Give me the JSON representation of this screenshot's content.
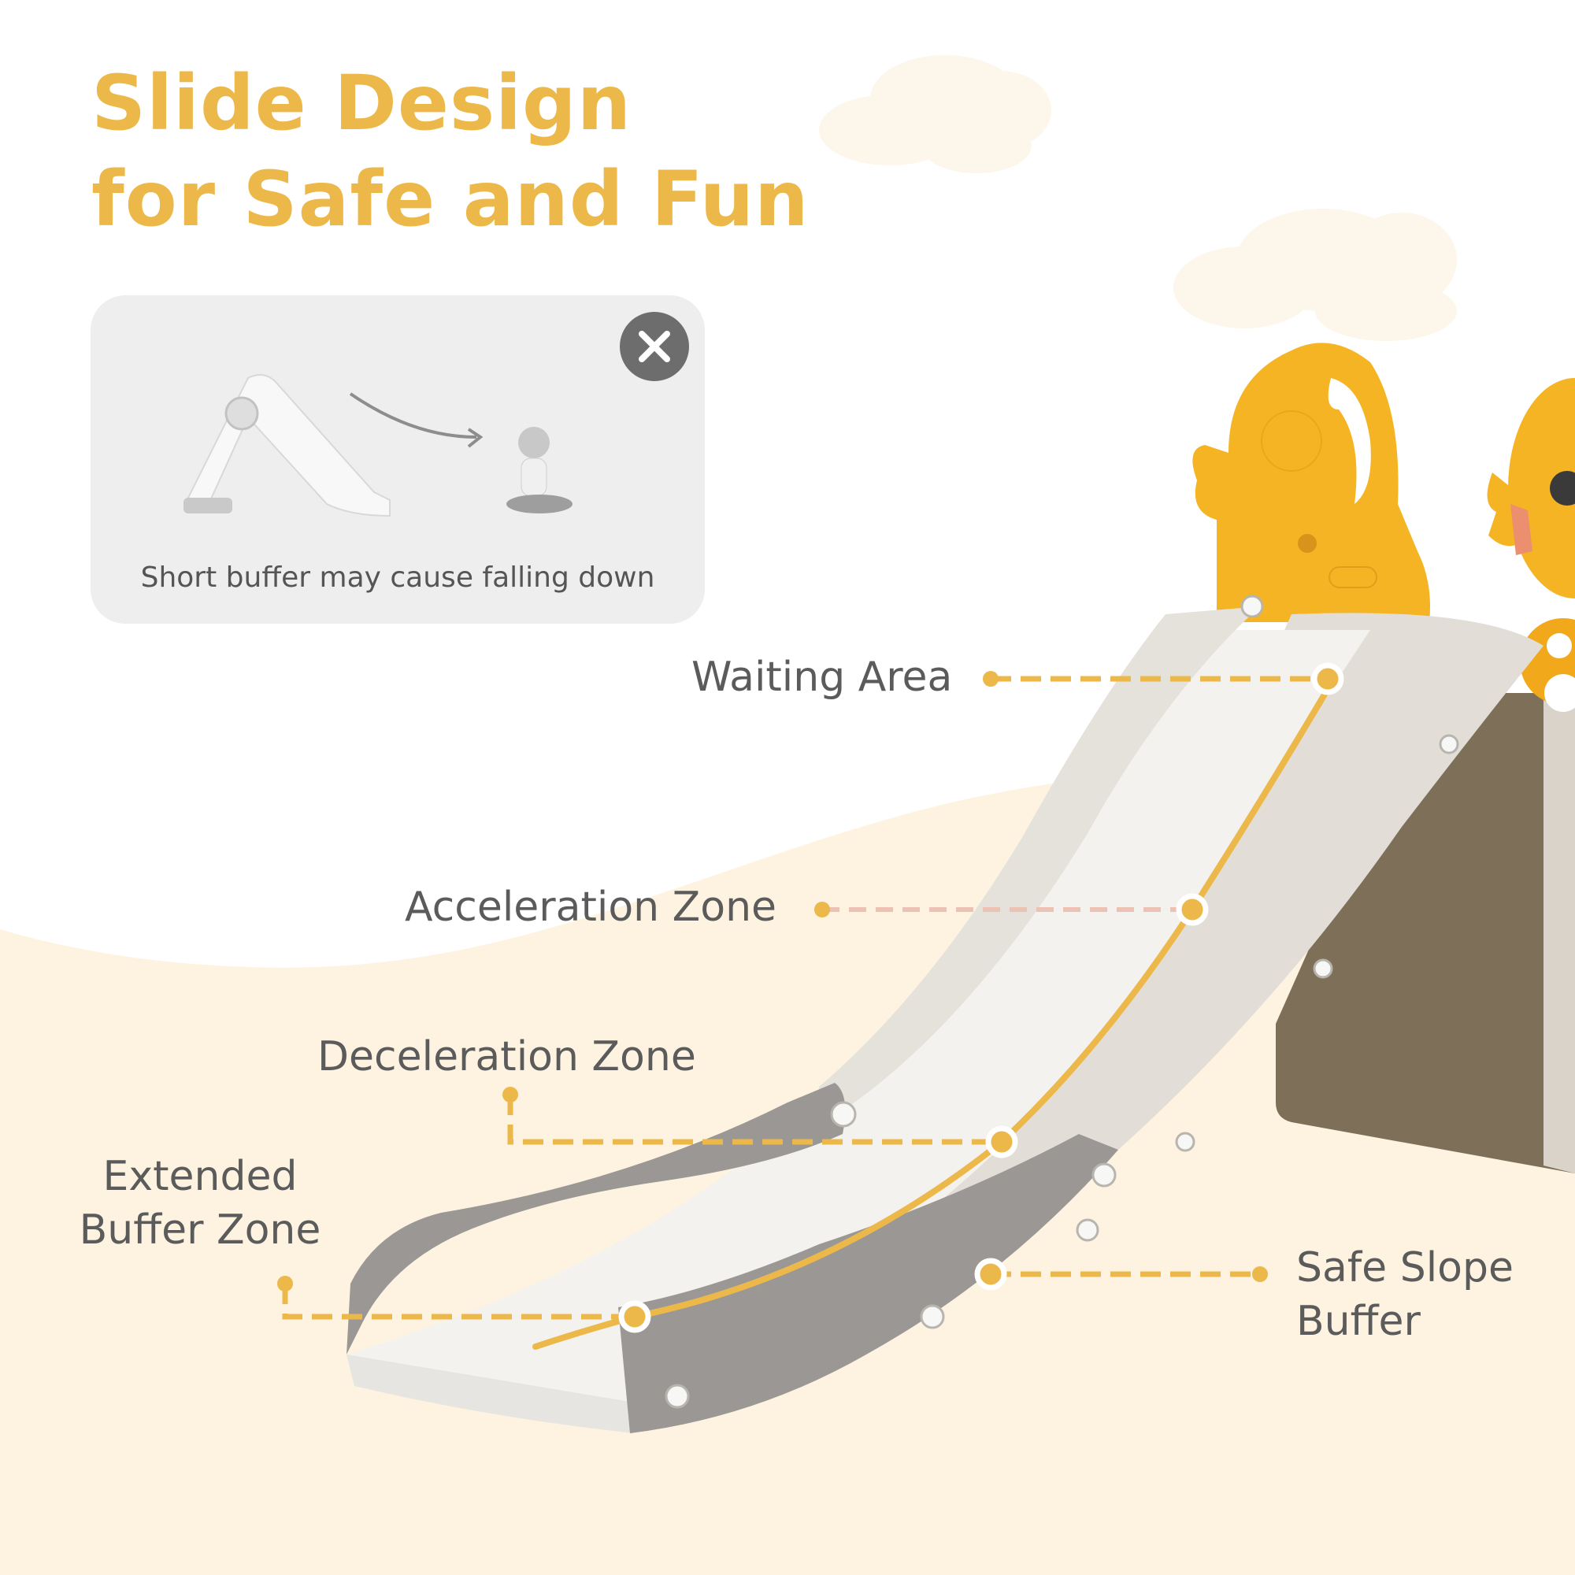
{
  "colors": {
    "accent": "#ecb84a",
    "accent_pink_dash": "#ecc2b4",
    "label_text": "#5b5b5b",
    "cream_background": "#fdf3e0",
    "card_background": "#eeeeee",
    "close_icon_bg": "#6d6d6d",
    "slide_body": "#e5e1db",
    "slide_bed": "#f4f2ee",
    "slide_panel_gray": "#9a9794",
    "character_yellow": "#f5b423",
    "platform_brown": "#7e7058"
  },
  "header": {
    "title_line1": "Slide Design",
    "title_line2": "for Safe and Fun"
  },
  "warning_card": {
    "icon": "close-icon",
    "caption": "Short buffer may cause falling down"
  },
  "callouts": [
    {
      "id": "waiting-area",
      "label": "Waiting Area"
    },
    {
      "id": "acceleration-zone",
      "label": "Acceleration Zone"
    },
    {
      "id": "deceleration-zone",
      "label": "Deceleration Zone"
    },
    {
      "id": "extended-buffer-zone",
      "label_line1": "Extended",
      "label_line2": "Buffer Zone"
    },
    {
      "id": "safe-slope-buffer",
      "label_line1": "Safe Slope",
      "label_line2": "Buffer"
    }
  ]
}
